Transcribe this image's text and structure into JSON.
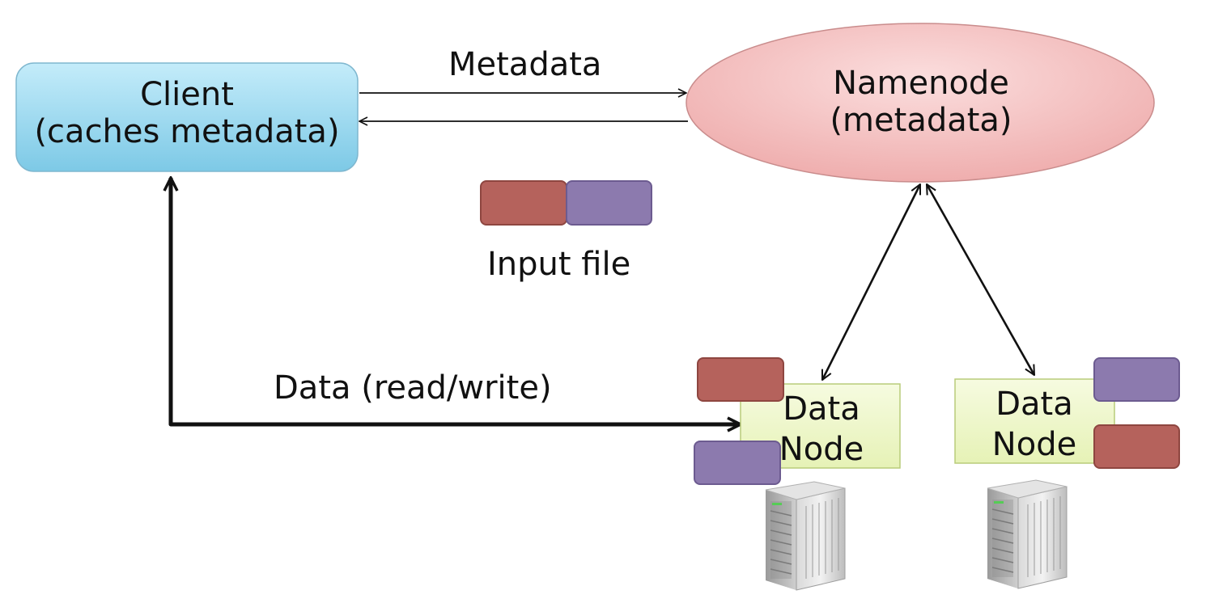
{
  "client": {
    "line1": "Client",
    "line2": "(caches metadata)"
  },
  "namenode": {
    "line1": "Namenode",
    "line2": "(metadata)"
  },
  "edges": {
    "metadata_label": "Metadata",
    "data_label": "Data (read/write)"
  },
  "input_file": {
    "label": "Input file"
  },
  "datanodes": [
    {
      "line1": "Data",
      "line2": "Node"
    },
    {
      "line1": "Data",
      "line2": "Node"
    }
  ],
  "colors": {
    "client_fill_top": "#bfeaf8",
    "client_fill_bottom": "#7fcbe7",
    "namenode_fill": "#f4c4c4",
    "datanode_fill": "#eef7c8",
    "block_red": "#b5625c",
    "block_purple": "#8c7aae"
  },
  "icons": [
    "server-icon",
    "server-icon"
  ]
}
